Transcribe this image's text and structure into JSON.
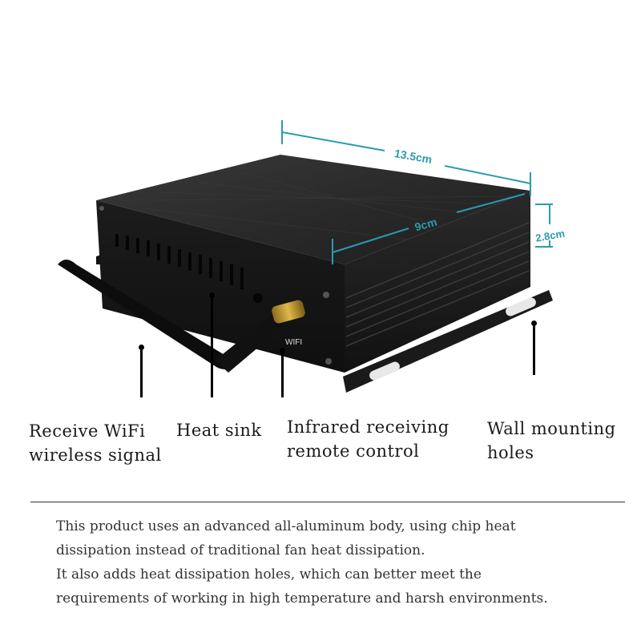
{
  "dimensions": {
    "length": "13.5cm",
    "width": "9cm",
    "height": "2.8cm",
    "color": "#2a9bb0"
  },
  "device": {
    "port_label": "WIFI"
  },
  "callouts": [
    {
      "id": "wifi",
      "lines": [
        "Receive WiFi",
        "wireless signal"
      ]
    },
    {
      "id": "heat-sink",
      "lines": [
        "Heat sink"
      ]
    },
    {
      "id": "infrared",
      "lines": [
        "Infrared receiving",
        "remote control"
      ]
    },
    {
      "id": "wall-mount",
      "lines": [
        "Wall mounting",
        "holes"
      ]
    }
  ],
  "description": [
    "This product uses an advanced all-aluminum body, using chip heat",
    "dissipation instead of traditional fan heat dissipation.",
    "It also adds heat dissipation holes, which can better meet the",
    "requirements of working in high temperature and harsh environments."
  ]
}
